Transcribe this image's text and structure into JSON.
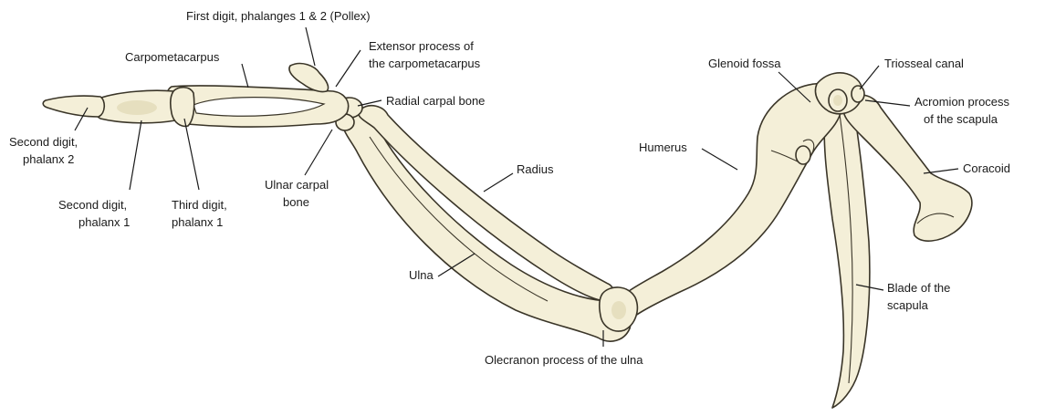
{
  "diagram": {
    "labels": {
      "pollex": "First digit, phalanges 1 & 2 (Pollex)",
      "extensor_l1": "Extensor process of",
      "extensor_l2": "the carpometacarpus",
      "carpometacarpus": "Carpometacarpus",
      "radial_carpal": "Radial carpal bone",
      "second_digit_p2_l1": "Second digit,",
      "second_digit_p2_l2": "phalanx 2",
      "second_digit_p1_l1": "Second digit,",
      "second_digit_p1_l2": "phalanx 1",
      "third_digit_l1": "Third digit,",
      "third_digit_l2": "phalanx 1",
      "ulnar_carpal_l1": "Ulnar carpal",
      "ulnar_carpal_l2": "bone",
      "radius": "Radius",
      "ulna": "Ulna",
      "olecranon": "Olecranon process of the ulna",
      "humerus": "Humerus",
      "glenoid_fossa": "Glenoid fossa",
      "triosseal_canal": "Triosseal canal",
      "acromion_l1": "Acromion process",
      "acromion_l2": "of the scapula",
      "coracoid": "Coracoid",
      "blade_l1": "Blade of the",
      "blade_l2": "scapula"
    }
  }
}
